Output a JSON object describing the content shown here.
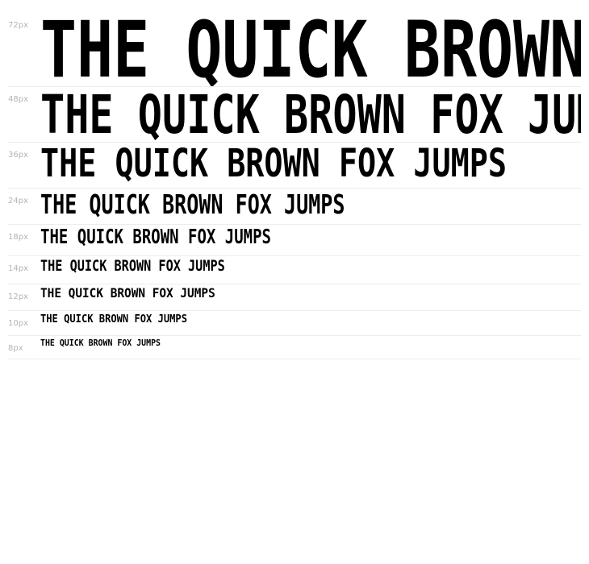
{
  "samples": [
    {
      "size": "72px",
      "text": "THE QUICK BROWN FOX JUMPS"
    },
    {
      "size": "48px",
      "text": "THE QUICK BROWN FOX JUMPS"
    },
    {
      "size": "36px",
      "text": "THE QUICK BROWN FOX JUMPS"
    },
    {
      "size": "24px",
      "text": "THE QUICK BROWN FOX JUMPS"
    },
    {
      "size": "18px",
      "text": "THE QUICK BROWN FOX JUMPS"
    },
    {
      "size": "14px",
      "text": "THE QUICK BROWN FOX JUMPS"
    },
    {
      "size": "12px",
      "text": "THE QUICK BROWN FOX JUMPS"
    },
    {
      "size": "10px",
      "text": "THE QUICK BROWN FOX JUMPS"
    },
    {
      "size": "8px",
      "text": "THE QUICK BROWN FOX JUMPS"
    }
  ],
  "colors": {
    "sample_text": "#000000",
    "size_label": "#b4b4b4",
    "divider": "#ececec"
  }
}
